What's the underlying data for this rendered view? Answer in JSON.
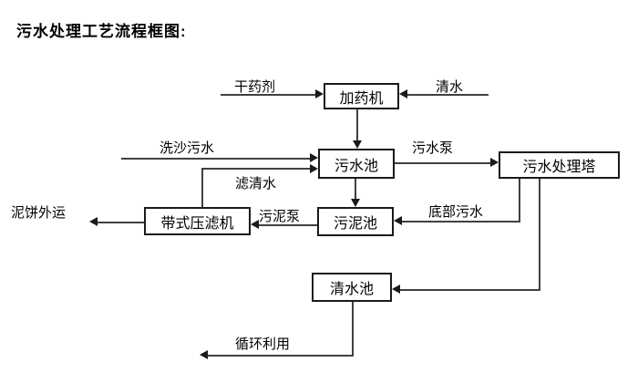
{
  "title": "污水处理工艺流程框图:",
  "nodes": {
    "dosing_machine": "加药机",
    "sewage_pool": "污水池",
    "treatment_tower": "污水处理塔",
    "sludge_pool": "污泥池",
    "belt_filter_press": "带式压滤机",
    "clear_water_pool": "清水池"
  },
  "flow_labels": {
    "dry_chemical": "干药剂",
    "clear_water": "清水",
    "sand_washing_sewage": "洗沙污水",
    "filtered_water": "滤清水",
    "sewage_pump": "污水泵",
    "sludge_pump": "污泥泵",
    "bottom_sewage": "底部污水",
    "mud_cake_out": "泥饼外运",
    "recycle_use": "循环利用"
  },
  "colors": {
    "background": "#ffffff",
    "line": "#404040",
    "box_border": "#1a1a1a",
    "text": "#000000"
  }
}
